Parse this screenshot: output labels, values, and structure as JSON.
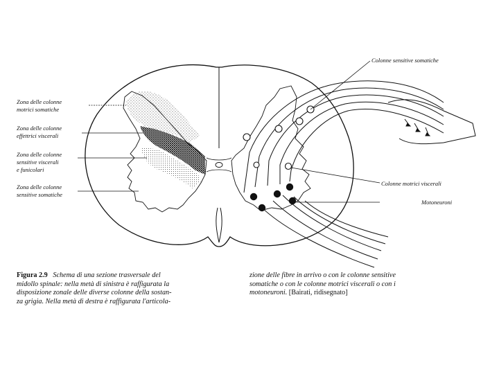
{
  "labels": {
    "left": [
      [
        "Zona delle colonne",
        "motrici somatiche"
      ],
      [
        "Zona delle colonne",
        "effettrici viscerali"
      ],
      [
        "Zona delle colonne",
        "sensitive viscerali",
        "e funicolari"
      ],
      [
        "Zona delle colonne",
        "sensitive somatiche"
      ]
    ],
    "right": {
      "top": "Colonne sensitive somatiche",
      "middle": "Colonne motrici viscerali",
      "bottom": "Motoneuroni"
    }
  },
  "caption": {
    "figure_number": "Figura 2.9",
    "left_lines": [
      "Schema di una sezione trasversale del",
      "midollo spinale: nella metà di sinistra è raffigurata la",
      "disposizione zonale delle diverse colonne della sostan-",
      "za grigia. Nella metà di destra è raffigurata l'articola-"
    ],
    "right_lines": [
      "zione delle fibre in arrivo o con le colonne sensitive",
      "somatiche o con le colonne motrici viscerali o con i",
      "motoneuroni."
    ],
    "right_tail": "[Bairati, ridisegnato]"
  }
}
